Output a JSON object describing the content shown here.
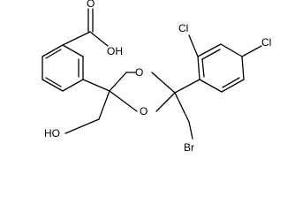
{
  "structure": {
    "labels": {
      "carboxyl_oh": "OH",
      "carbonyl_o": "O",
      "ring_o_top": "O",
      "ring_o_bottom": "O",
      "hydroxyl": "HO",
      "cl_ortho": "Cl",
      "cl_para": "Cl",
      "bromine": "Br"
    }
  }
}
